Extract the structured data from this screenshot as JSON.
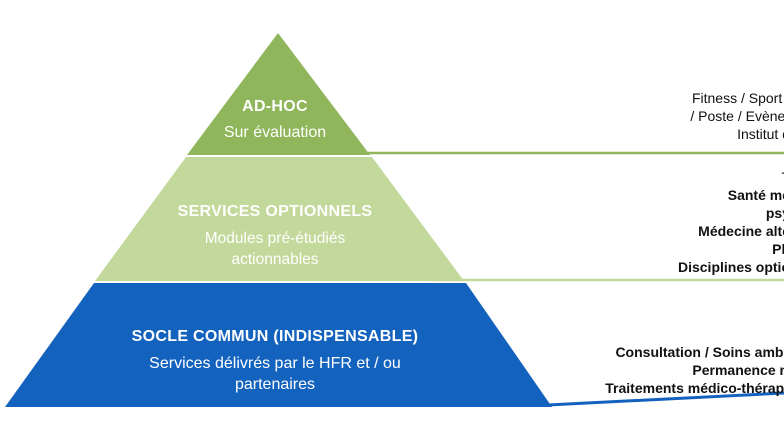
{
  "pyramid": {
    "colors": {
      "top": "#8fb65a",
      "middle": "#c2d99b",
      "bottom": "#1262be",
      "connector_top": "#8fb65a",
      "connector_middle": "#c2d99b",
      "connector_bottom": "#1262be"
    },
    "tiers": [
      {
        "title": "AD-HOC",
        "subtitle_lines": [
          "Sur évaluation"
        ]
      },
      {
        "title": "SERVICES OPTIONNELS",
        "subtitle_lines": [
          "Modules pré-étudiés",
          "actionnables"
        ]
      },
      {
        "title": "SOCLE COMMUN (INDISPENSABLE)",
        "subtitle_lines": [
          "Services délivrés par le HFR et / ou",
          "partenaires"
        ]
      }
    ]
  },
  "side_notes": {
    "adhoc": [
      "Fitness / Sport /",
      "/ Poste / Evèner",
      "Institut d"
    ],
    "optional": [
      "T",
      "Santé me",
      "psy",
      "Médecine alte",
      "Ph",
      "Disciplines optio"
    ],
    "socle": [
      "Consultation / Soins ambu",
      "Permanence m",
      "Traitements médico-thérape"
    ]
  }
}
